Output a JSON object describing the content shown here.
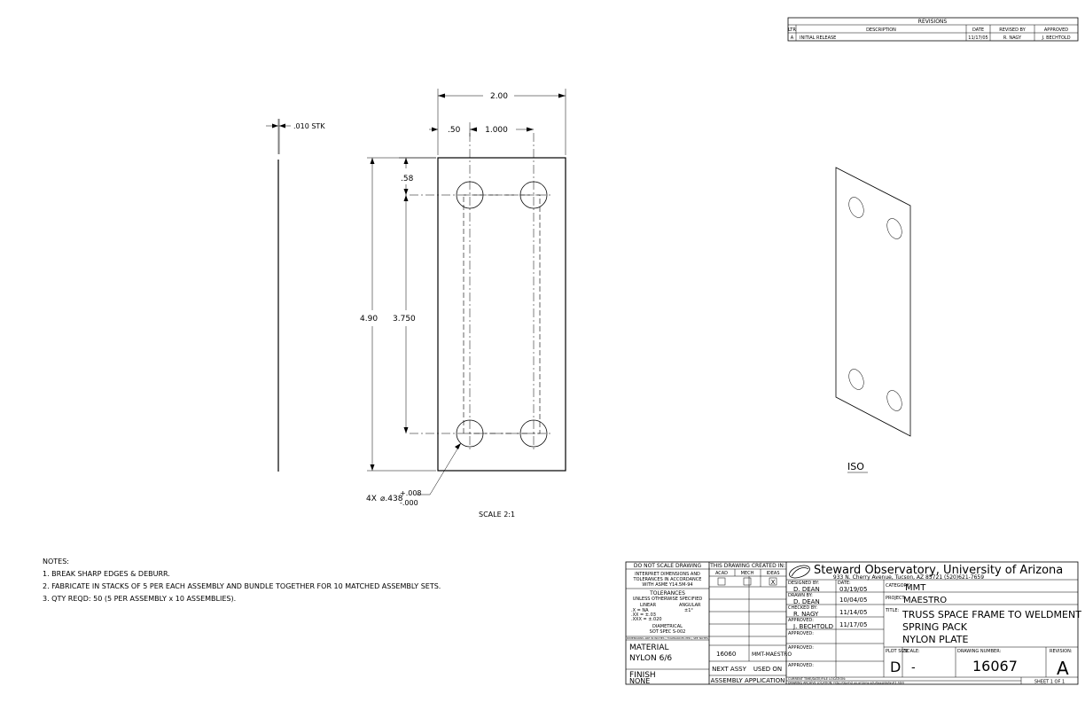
{
  "revisions": {
    "header": "REVISIONS",
    "columns": [
      "LTR",
      "DESCRIPTION",
      "DATE",
      "REVISED BY",
      "APPROVED"
    ],
    "rows": [
      [
        "A",
        "INITIAL RELEASE",
        "11/17/05",
        "R. NAGY",
        "J. BECHTOLD"
      ]
    ]
  },
  "dims": {
    "stk": ".010 STK",
    "width": "2.00",
    "edge": ".50",
    "hole_spacing": "1.000",
    "top_offset": ".58",
    "height": "4.90",
    "vert_spacing": "3.750",
    "hole_note_prefix": "4X ",
    "hole_note_dia": "⌀.438",
    "tol_plus": "+.008",
    "tol_minus": "-.000",
    "scale": "SCALE 2:1"
  },
  "iso_label": "ISO",
  "notes": {
    "title": "NOTES:",
    "items": [
      "1. BREAK SHARP EDGES & DEBURR.",
      "2. FABRICATE IN STACKS OF 5 PER EACH ASSEMBLY AND BUNDLE TOGETHER FOR 10 MATCHED ASSEMBLY SETS.",
      "3. QTY REQD: 50 (5 PER ASSEMBLY x 10 ASSEMBLIES)."
    ]
  },
  "title_block": {
    "dnsd": "DO NOT SCALE DRAWING",
    "interp": [
      "INTERPRET DIMENSIONS AND",
      "TOLERANCES IN ACCORDANCE",
      "WITH ASME Y14.5M-94"
    ],
    "tol_title": "TOLERANCES",
    "tol_sub": "UNLESS OTHERWISE SPECIFIED",
    "tol_linear": "LINEAR",
    "tol_angular": "ANGULAR",
    "tol_l1": ".X   = NA",
    "tol_l2": ".XX  = ±.03",
    "tol_l3": ".XXX = ±.020",
    "tol_ang": "±1°",
    "diam": "DIAMETRICAL",
    "diam_spec": "SOT SPEC S-002",
    "fine": "DIMENSIONS ARE IN INCHES | TOLERANCES PER | SEE NOTES",
    "created_in": "THIS DRAWING CREATED IN:",
    "cad_opts": [
      "ACAD",
      "MECH",
      "IDEAS"
    ],
    "cad_checked": "X",
    "material_label": "MATERIAL",
    "material": "NYLON 6/6",
    "finish_label": "FINISH",
    "finish": "NONE",
    "next_assy_no": "16060",
    "used_on_name": "MMT-MAESTRO",
    "next_assy": "NEXT ASSY",
    "used_on": "USED ON",
    "application": "ASSEMBLY APPLICATION",
    "org": "Steward Observatory, University of Arizona",
    "address": "933 N. Cherry Avenue, Tucson, AZ  85721   (520)621-7659",
    "designed_label": "DESIGNED BY:",
    "designed": "D. DEAN",
    "date_label": "DATE:",
    "designed_date": "03/19/05",
    "drawn_label": "DRAWN BY:",
    "drawn": "D. DEAN",
    "drawn_date": "10/04/05",
    "checked_label": "CHECKED BY:",
    "checked": "R. NAGY",
    "checked_date": "11/14/05",
    "approved_label": "APPROVED:",
    "approved": "J. BECHTOLD",
    "approved_date": "11/17/05",
    "category_label": "CATEGORY:",
    "category": "MMT",
    "project_label": "PROJECT:",
    "project": "MAESTRO",
    "title_label": "TITLE:",
    "title1": "TRUSS SPACE FRAME TO WELDMENT",
    "title2": "SPRING PACK",
    "title3": "NYLON PLATE",
    "plot_size_label": "PLOT SIZE",
    "plot_size": "D",
    "scale_label": "SCALE:",
    "scale": "-",
    "dwg_no_label": "DRAWING NUMBER:",
    "dwg_no": "16067",
    "revision_label": "REVISION:",
    "revision": "A",
    "current_time_label": "CURRENT TIME/DATE/FILE LOCATION:",
    "archive_label": "DRAWING ARCHIVE LOCATION: http://devinci.as.arizona.edu/beeg/default1.html",
    "sheet": "SHEET 1 OF 1"
  }
}
